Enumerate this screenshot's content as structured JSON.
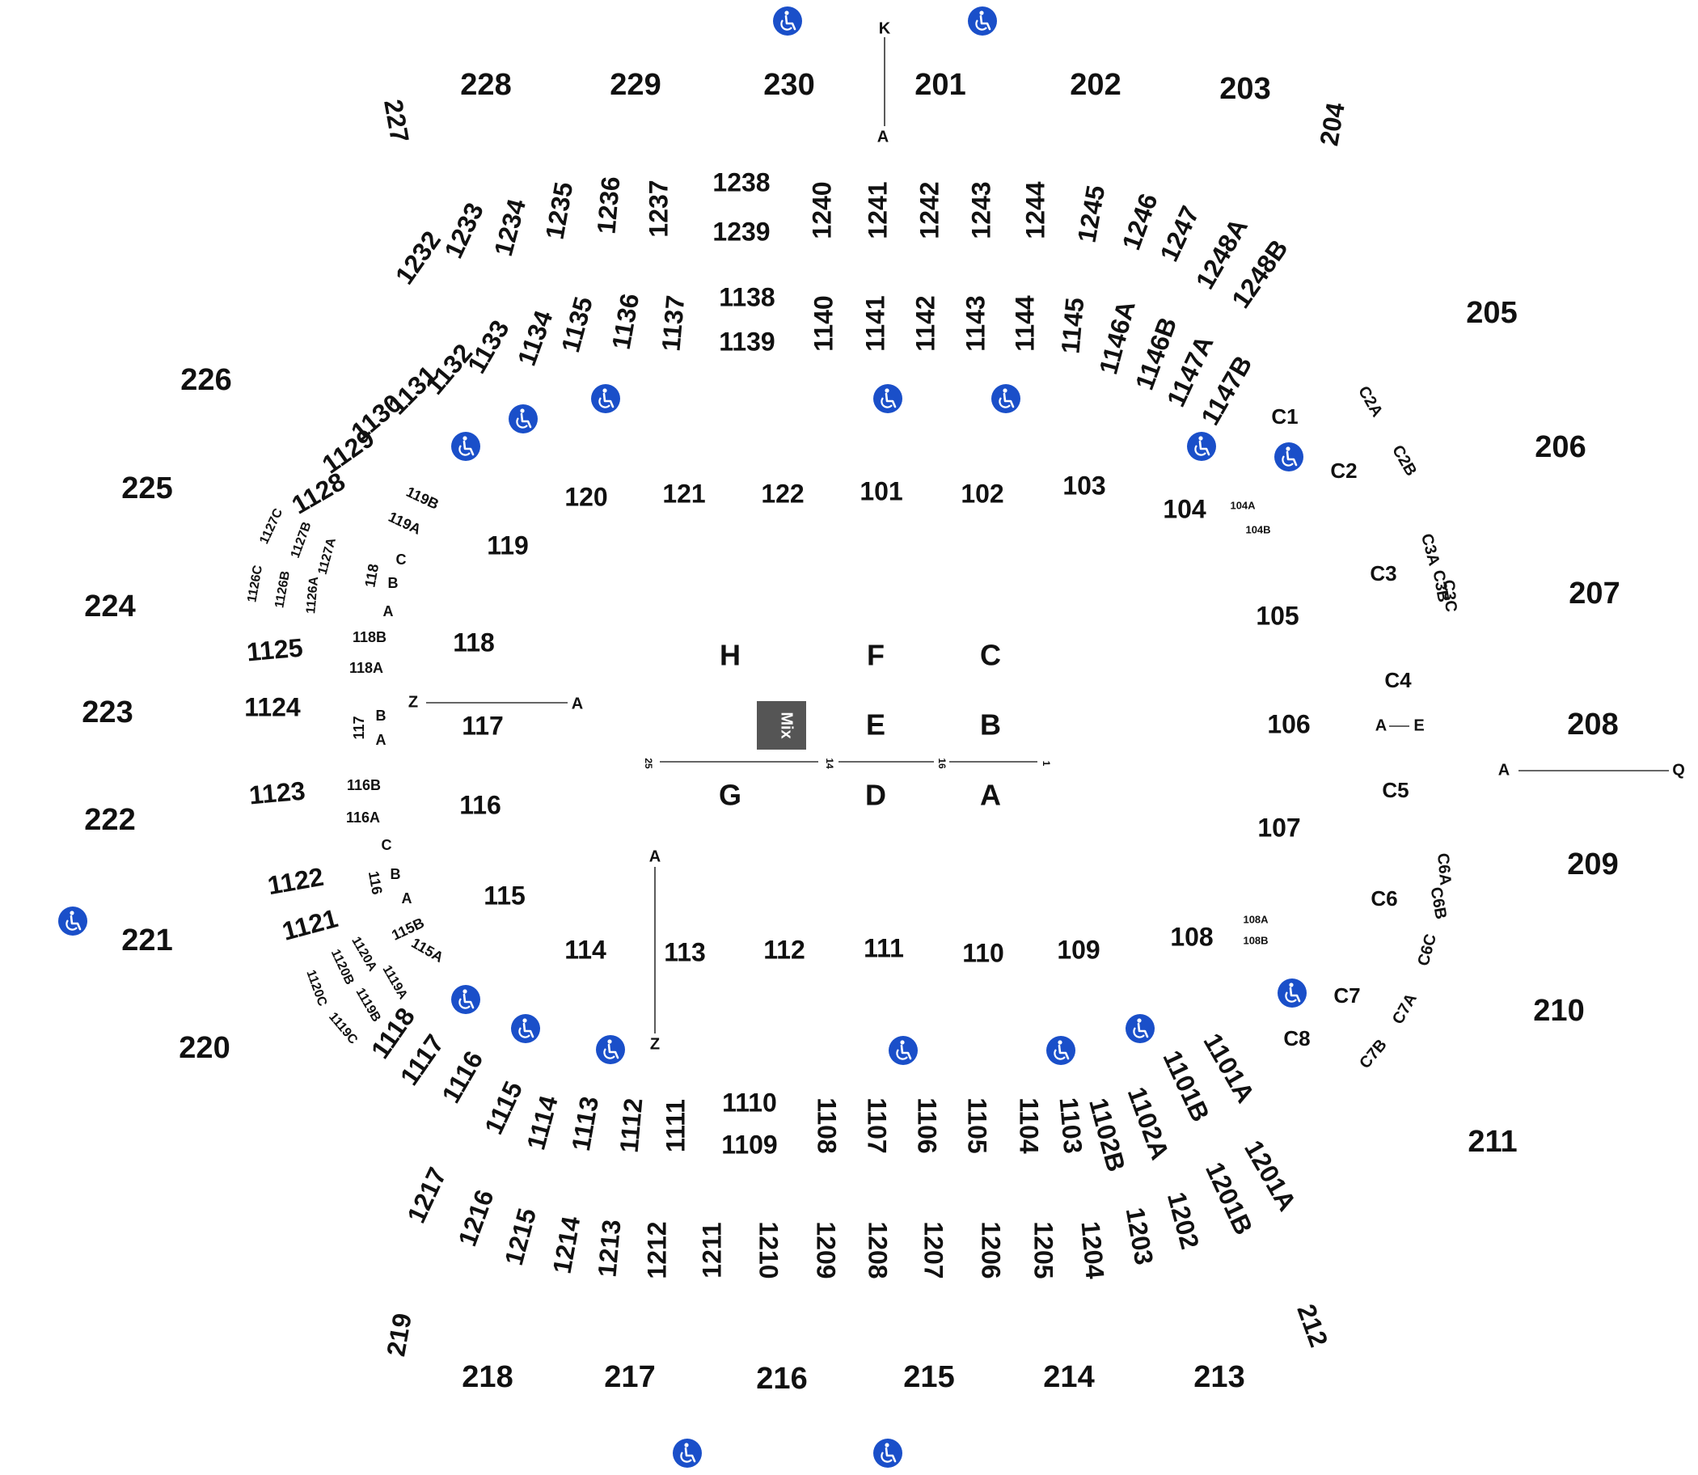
{
  "colors": {
    "text": "#111111",
    "accessible": "#1a4fc9",
    "mix_box": "#555555",
    "line": "#333333"
  },
  "mix_label": "Mix",
  "aisle_labels": {
    "top_k": "K",
    "top_a": "A",
    "right_a": "A",
    "right_q": "Q",
    "left_z": "Z",
    "left_a": "A",
    "center_a": "A",
    "center_z": "Z",
    "c_a": "A",
    "c_e": "E",
    "row_25": "25",
    "row_14": "14",
    "row_16": "16",
    "row_1": "1"
  },
  "floor_sections": [
    "H",
    "F",
    "C",
    "E",
    "B",
    "G",
    "D",
    "A"
  ],
  "upper_sections": [
    "201",
    "202",
    "203",
    "204",
    "205",
    "206",
    "207",
    "208",
    "209",
    "210",
    "211",
    "212",
    "213",
    "214",
    "215",
    "216",
    "217",
    "218",
    "219",
    "220",
    "221",
    "222",
    "223",
    "224",
    "225",
    "226",
    "227",
    "228",
    "229",
    "230"
  ],
  "club_sections": [
    "1238",
    "1239",
    "1240",
    "1241",
    "1242",
    "1243",
    "1244",
    "1245",
    "1246",
    "1247",
    "1248A",
    "1248B",
    "1237",
    "1236",
    "1235",
    "1234",
    "1233",
    "1232",
    "1217",
    "1216",
    "1215",
    "1214",
    "1213",
    "1212",
    "1211",
    "1210",
    "1209",
    "1208",
    "1207",
    "1206",
    "1205",
    "1204",
    "1203",
    "1202",
    "1201B",
    "1201A"
  ],
  "mezz_sections": [
    "1138",
    "1139",
    "1140",
    "1141",
    "1142",
    "1143",
    "1144",
    "1145",
    "1146A",
    "1146B",
    "1147A",
    "1147B",
    "1137",
    "1136",
    "1135",
    "1134",
    "1133",
    "1132",
    "1131",
    "1130",
    "1129",
    "1128",
    "1127C",
    "1127B",
    "1127A",
    "1126C",
    "1126B",
    "1126A",
    "1125",
    "1124",
    "1123",
    "1122",
    "1121",
    "1120A",
    "1120B",
    "1120C",
    "1119A",
    "1119B",
    "1119C",
    "1118",
    "1117",
    "1116",
    "1115",
    "1114",
    "1113",
    "1112",
    "1111",
    "1110",
    "1109",
    "1108",
    "1107",
    "1106",
    "1105",
    "1104",
    "1103",
    "1102B",
    "1102A",
    "1101B",
    "1101A"
  ],
  "lower_sections": [
    "101",
    "102",
    "103",
    "104",
    "104A",
    "104B",
    "105",
    "106",
    "107",
    "108",
    "108A",
    "108B",
    "109",
    "110",
    "111",
    "112",
    "113",
    "114",
    "115",
    "115A",
    "115B",
    "116",
    "116A",
    "116B",
    "117",
    "118",
    "118A",
    "118B",
    "119",
    "119A",
    "119B",
    "120",
    "121",
    "122"
  ],
  "lower_rows": [
    "C",
    "B",
    "A",
    "B",
    "A",
    "C",
    "B",
    "A"
  ],
  "lower_row_tags": [
    "118",
    "117",
    "116"
  ],
  "c_sections": [
    "C1",
    "C2",
    "C2A",
    "C2B",
    "C3",
    "C3A",
    "C3B",
    "C3C",
    "C4",
    "C5",
    "C6",
    "C6A",
    "C6B",
    "C6C",
    "C7",
    "C7A",
    "C7B",
    "C8"
  ]
}
